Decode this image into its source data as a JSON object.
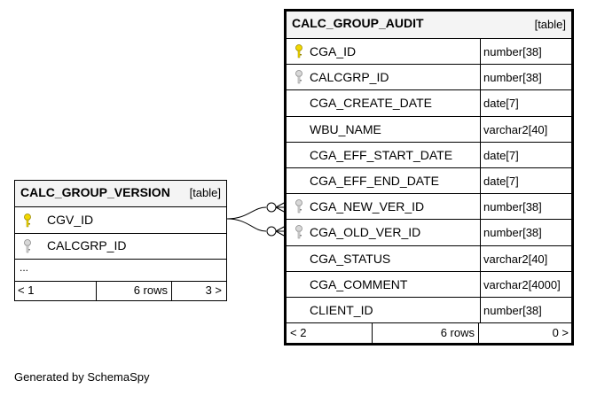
{
  "version_table": {
    "name": "CALC_GROUP_VERSION",
    "type_label": "[table]",
    "columns": [
      {
        "name": "CGV_ID",
        "key": "primary"
      },
      {
        "name": "CALCGRP_ID",
        "key": "foreign"
      }
    ],
    "ellipsis": "...",
    "footer": {
      "parents": "< 1",
      "rows": "6 rows",
      "children": "3 >"
    }
  },
  "audit_table": {
    "name": "CALC_GROUP_AUDIT",
    "type_label": "[table]",
    "columns": [
      {
        "name": "CGA_ID",
        "type": "number[38]",
        "key": "primary"
      },
      {
        "name": "CALCGRP_ID",
        "type": "number[38]",
        "key": "foreign"
      },
      {
        "name": "CGA_CREATE_DATE",
        "type": "date[7]",
        "key": "none"
      },
      {
        "name": "WBU_NAME",
        "type": "varchar2[40]",
        "key": "none"
      },
      {
        "name": "CGA_EFF_START_DATE",
        "type": "date[7]",
        "key": "none"
      },
      {
        "name": "CGA_EFF_END_DATE",
        "type": "date[7]",
        "key": "none"
      },
      {
        "name": "CGA_NEW_VER_ID",
        "type": "number[38]",
        "key": "foreign"
      },
      {
        "name": "CGA_OLD_VER_ID",
        "type": "number[38]",
        "key": "foreign"
      },
      {
        "name": "CGA_STATUS",
        "type": "varchar2[40]",
        "key": "none"
      },
      {
        "name": "CGA_COMMENT",
        "type": "varchar2[4000]",
        "key": "none"
      },
      {
        "name": "CLIENT_ID",
        "type": "number[38]",
        "key": "none"
      }
    ],
    "footer": {
      "parents": "< 2",
      "rows": "6 rows",
      "children": "0 >"
    }
  },
  "colors": {
    "primary_key": "#f2d700",
    "foreign_key": "#b0b0b0",
    "header_bg": "#f4f4f4"
  },
  "footer_text": "Generated by SchemaSpy"
}
